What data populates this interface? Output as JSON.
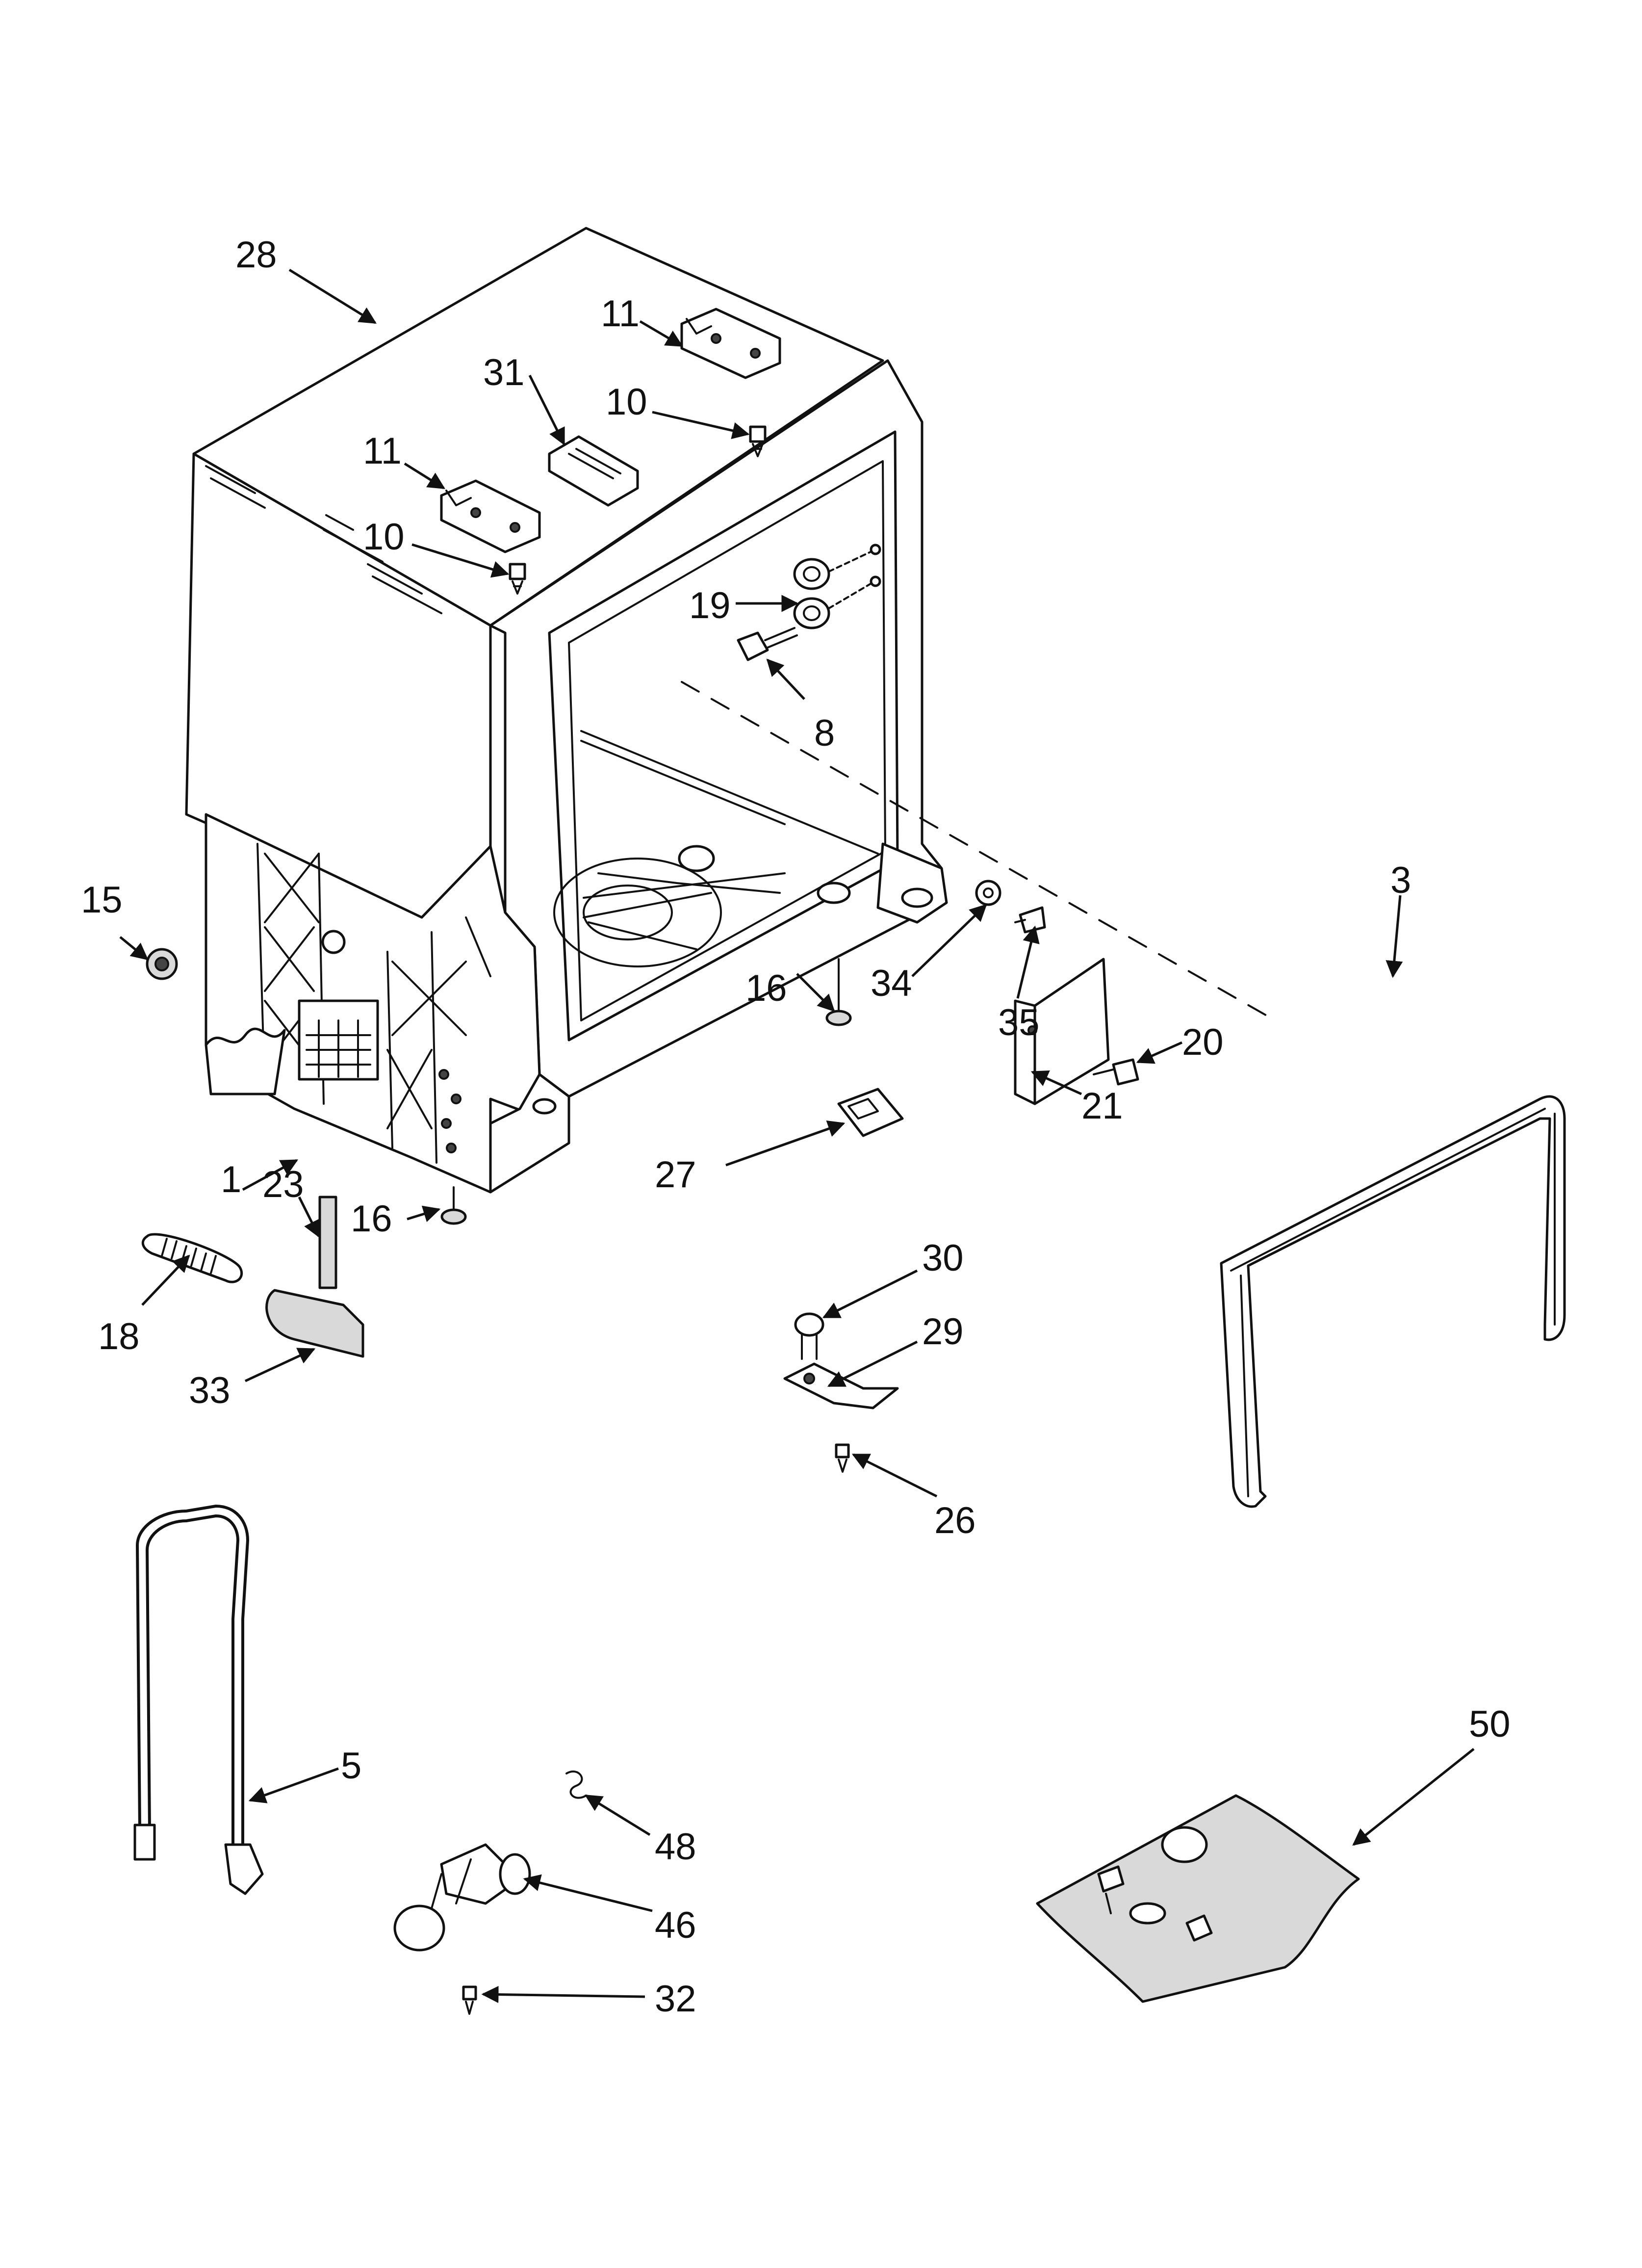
{
  "colors": {
    "line": "#111111",
    "background": "#ffffff",
    "part_shade": "#d9d9d9"
  },
  "callouts": {
    "p28": "28",
    "p11a": "11",
    "p11b": "11",
    "p31": "31",
    "p10a": "10",
    "p10b": "10",
    "p19": "19",
    "p8": "8",
    "p15": "15",
    "p3": "3",
    "p1": "1",
    "p23": "23",
    "p16a": "16",
    "p16b": "16",
    "p34": "34",
    "p35": "35",
    "p20": "20",
    "p21": "21",
    "p27": "27",
    "p18": "18",
    "p33": "33",
    "p30": "30",
    "p29": "29",
    "p26": "26",
    "p5": "5",
    "p50": "50",
    "p48": "48",
    "p46": "46",
    "p32": "32"
  }
}
